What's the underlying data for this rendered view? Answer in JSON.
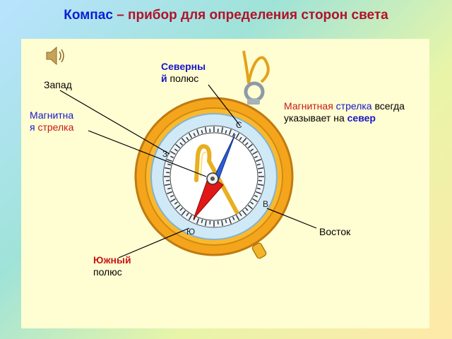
{
  "title": {
    "part1": "Компас",
    "dash": " – ",
    "part2": "прибор для определения сторон света"
  },
  "labels": {
    "north_pole": {
      "word1_line1": "Северны",
      "word1_line2": "й",
      "word2": " полюс"
    },
    "west": "Запад",
    "magnetic_needle": {
      "line1": "Магнитна",
      "line2a": "я",
      "line2b": " стрелка"
    },
    "note": {
      "w1": "Магнитная",
      "w2": " стрелка",
      "w3": " всегда",
      "w4": "указывает на ",
      "w5": "север"
    },
    "east": "Восток",
    "south_pole": {
      "line1": "Южный",
      "line2": "полюс"
    }
  },
  "compass_letters": {
    "east": "В",
    "south": "Ю",
    "north": "С",
    "west": "З"
  },
  "colors": {
    "title_blue": "#0a1fd1",
    "title_red": "#b0122a",
    "needle_north": "#2a5fd6",
    "needle_south": "#e01818",
    "rim": "#f2a21c",
    "dial_ring": "#bfe3f5"
  }
}
